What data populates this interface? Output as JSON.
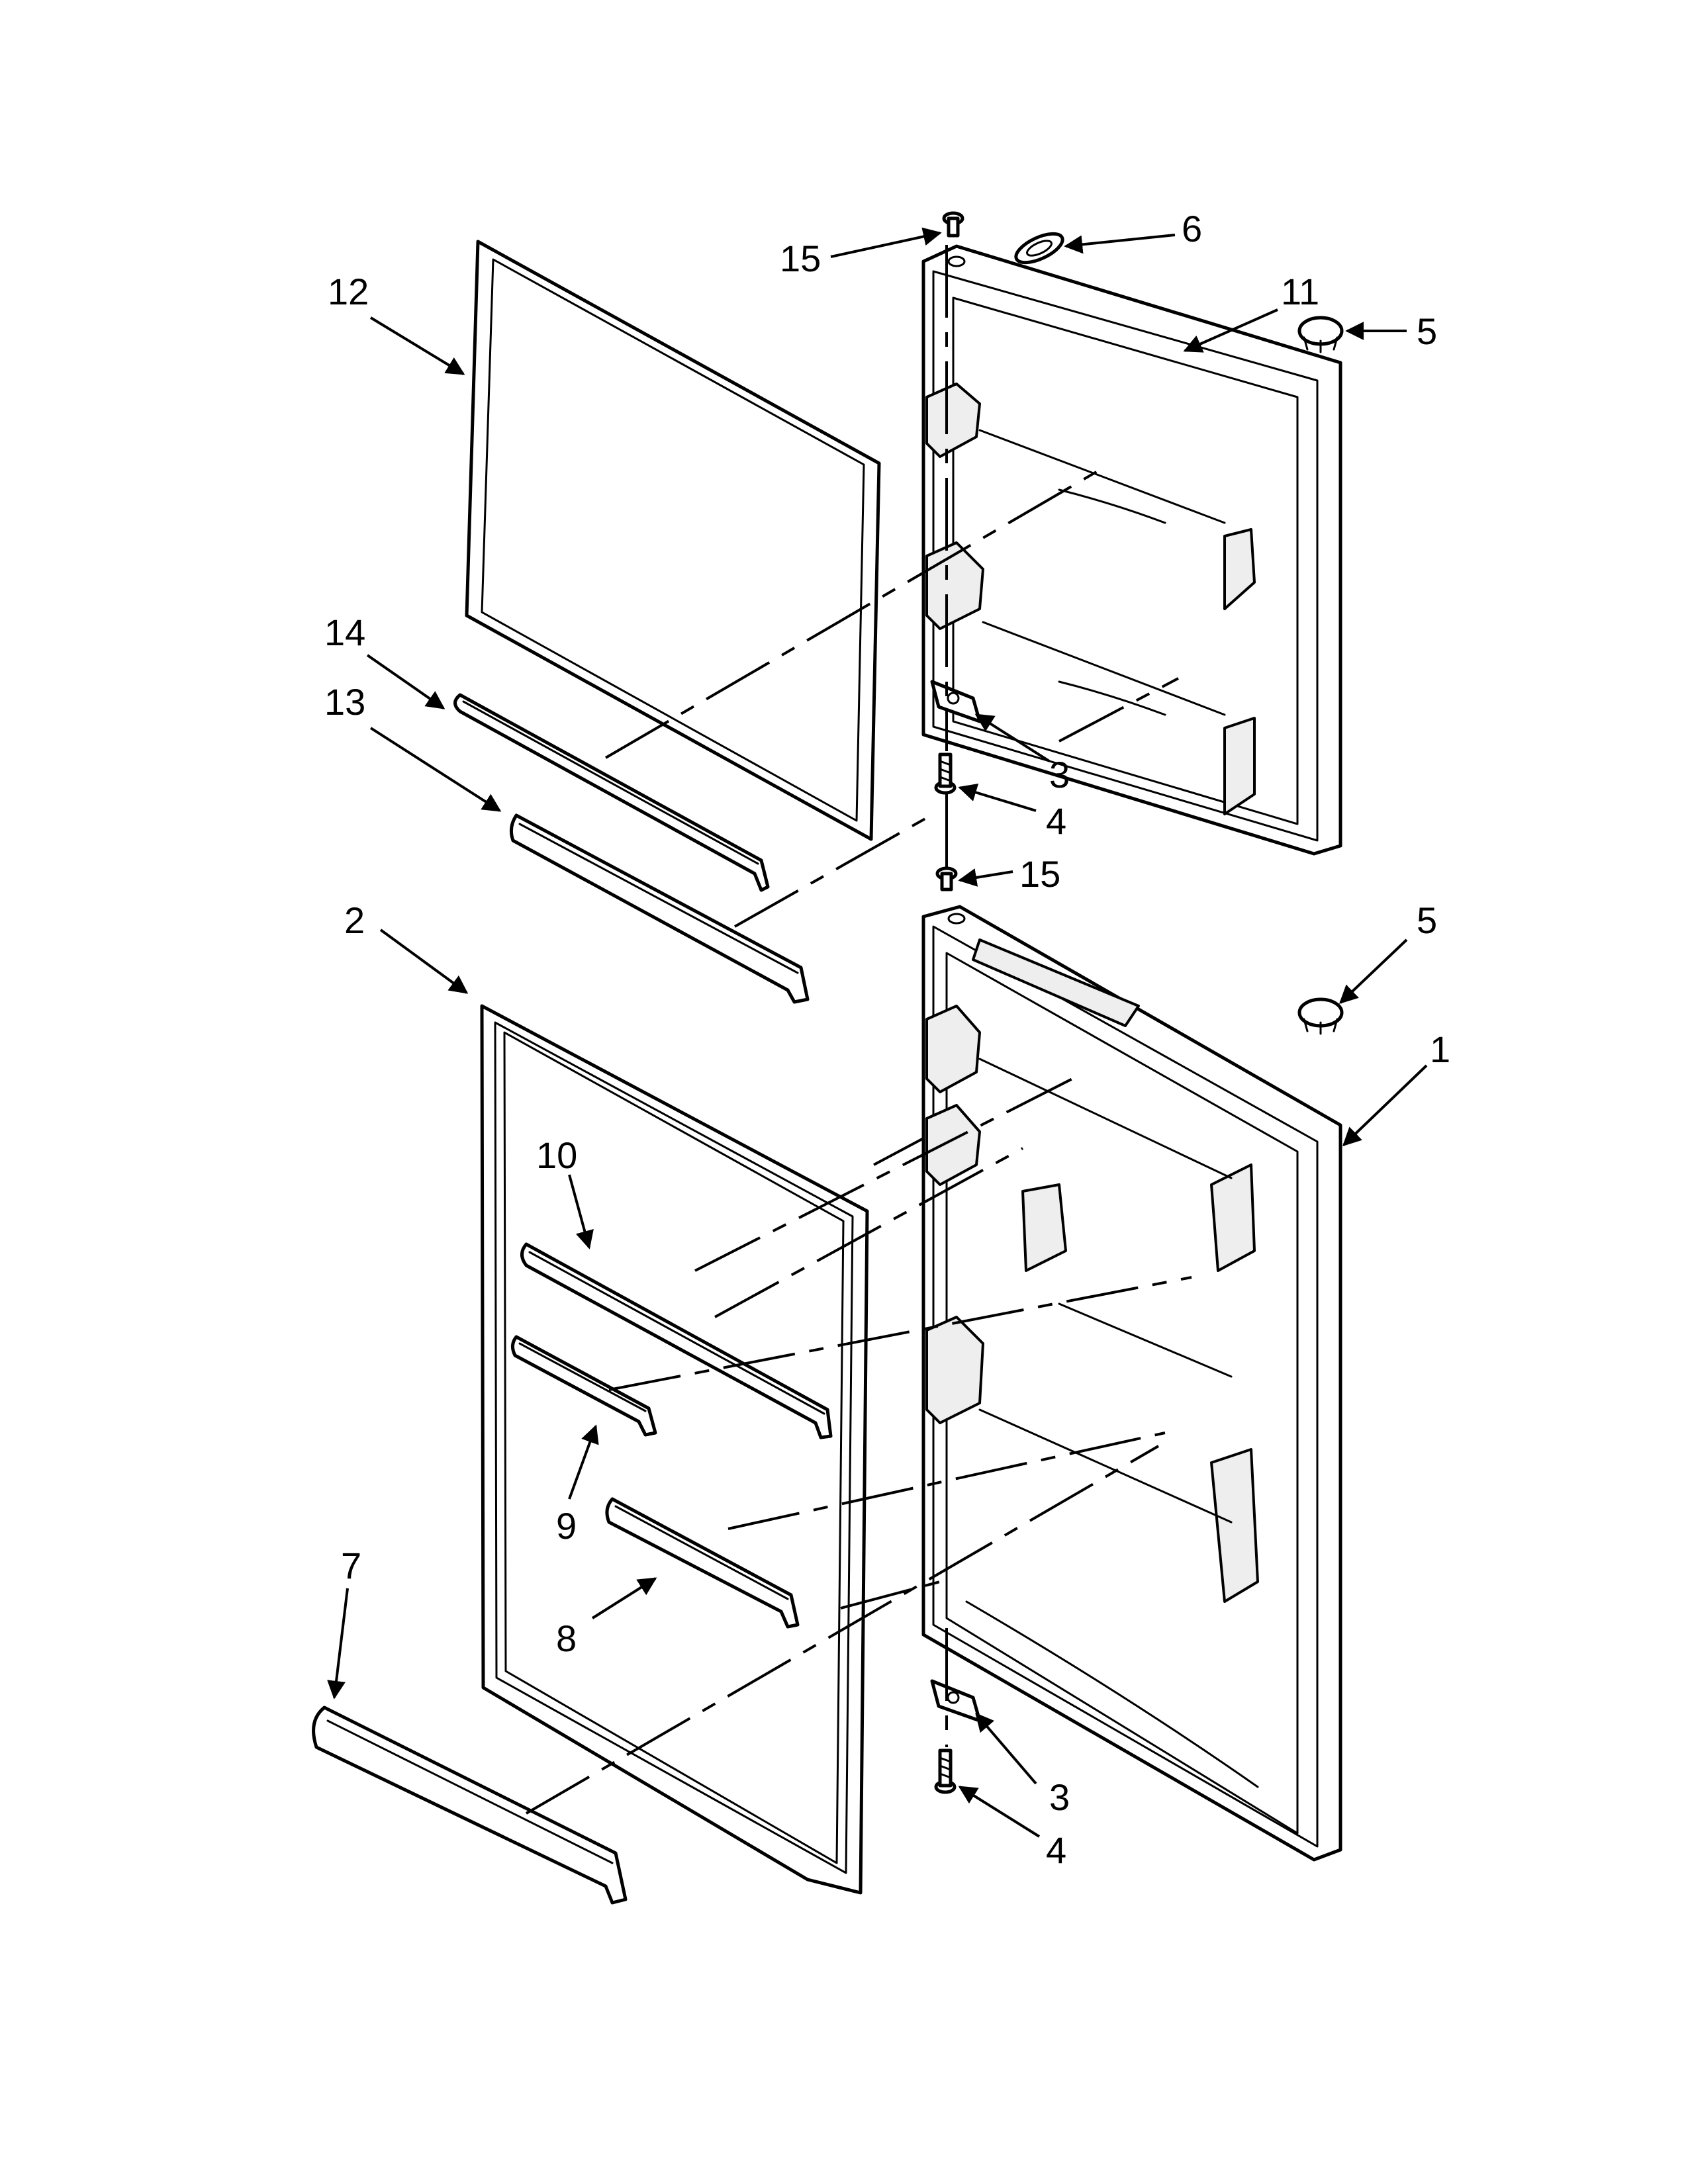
{
  "callouts": {
    "c1": "1",
    "c2": "2",
    "c3_upper": "3",
    "c3_lower": "3",
    "c4_upper": "4",
    "c4_lower": "4",
    "c5_upper": "5",
    "c5_lower": "5",
    "c6": "6",
    "c7": "7",
    "c8": "8",
    "c9": "9",
    "c10": "10",
    "c11": "11",
    "c12": "12",
    "c13": "13",
    "c14": "14",
    "c15_upper": "15",
    "c15_lower": "15"
  }
}
